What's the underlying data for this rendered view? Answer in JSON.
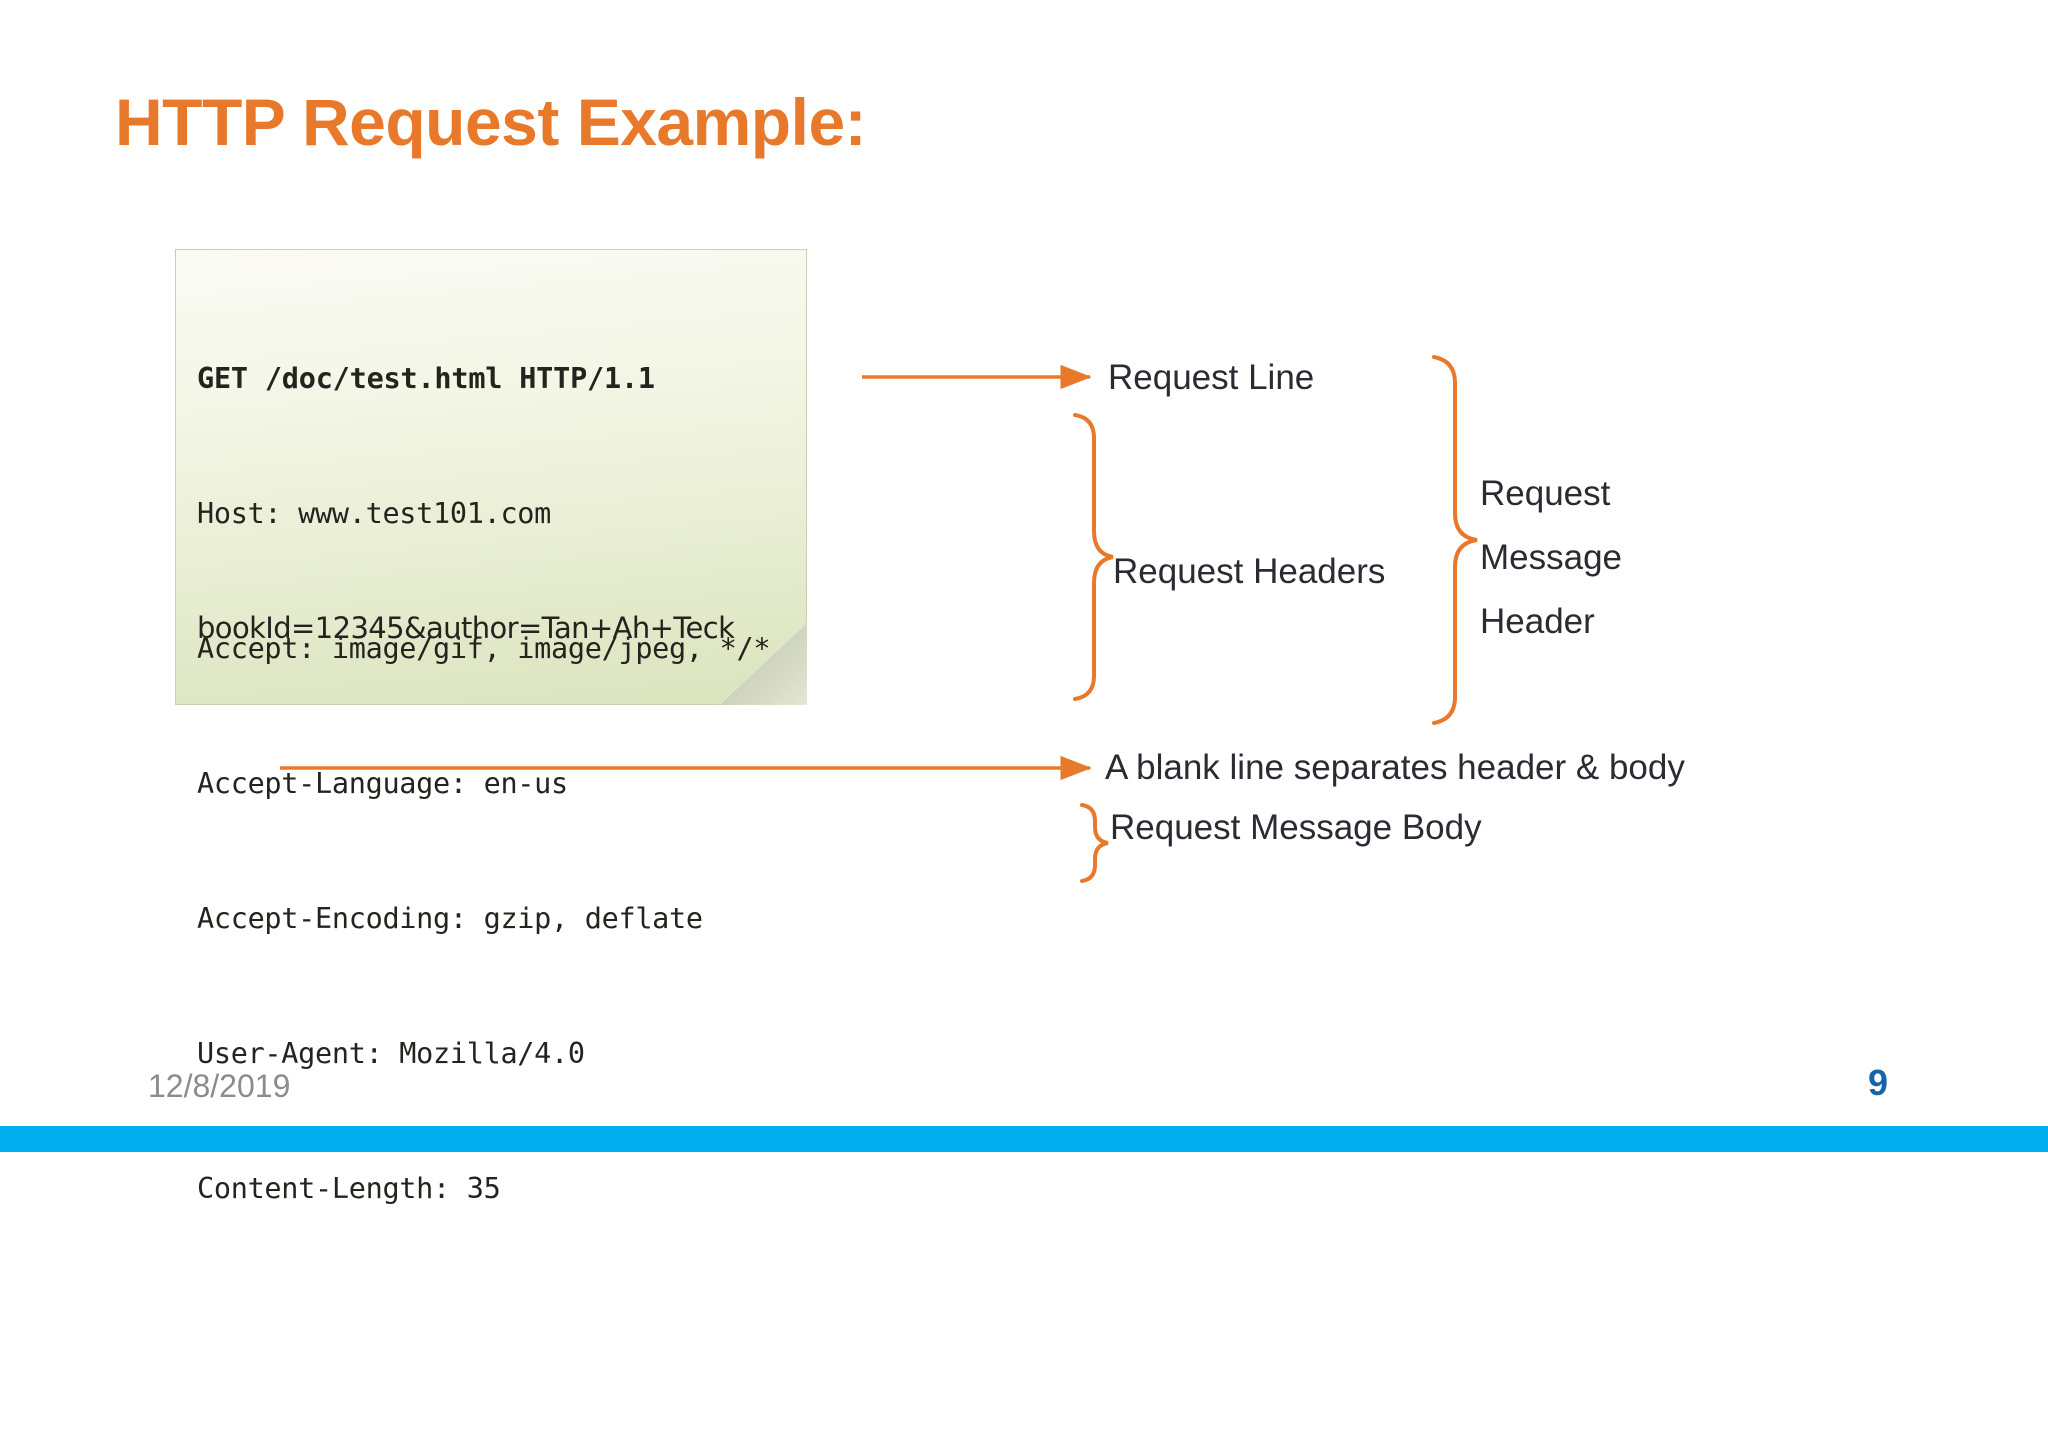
{
  "slide": {
    "title": "HTTP Request Example:",
    "title_color": "#E8792B",
    "accent_color": "#E8792B",
    "footer_bar_color": "#00AEEF"
  },
  "note": {
    "request_line": "GET /doc/test.html HTTP/1.1",
    "headers": [
      "Host: www.test101.com",
      "Accept: image/gif, image/jpeg, */*",
      "Accept-Language: en-us",
      "Accept-Encoding: gzip, deflate",
      "User-Agent: Mozilla/4.0",
      "Content-Length: 35"
    ],
    "blank_line": "",
    "body": "bookId=12345&author=Tan+Ah+Teck"
  },
  "annotations": {
    "request_line": "Request Line",
    "request_headers": "Request Headers",
    "request_message_header": [
      "Request",
      "Message",
      "Header"
    ],
    "blank_line_note": "A blank line separates header & body",
    "request_message_body": "Request Message Body"
  },
  "footer": {
    "date": "12/8/2019",
    "page_number": "9",
    "page_number_color": "#1665A8"
  }
}
